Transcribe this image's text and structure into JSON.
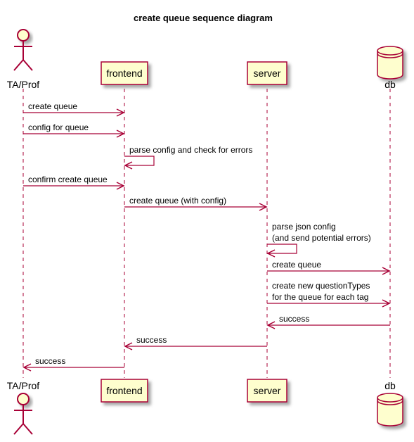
{
  "title": "create queue sequence diagram",
  "colors": {
    "line": "#A80036",
    "box_fill": "#FEFECE",
    "lifeline": "#A80036"
  },
  "participants": [
    {
      "id": "ta",
      "label": "TA/Prof",
      "kind": "actor"
    },
    {
      "id": "frontend",
      "label": "frontend",
      "kind": "participant"
    },
    {
      "id": "server",
      "label": "server",
      "kind": "participant"
    },
    {
      "id": "db",
      "label": "db",
      "kind": "database"
    }
  ],
  "messages": [
    {
      "from": "ta",
      "to": "frontend",
      "lines": [
        "create queue"
      ]
    },
    {
      "from": "ta",
      "to": "frontend",
      "lines": [
        "config for queue"
      ]
    },
    {
      "from": "frontend",
      "to": "frontend",
      "lines": [
        "parse config and check for errors"
      ]
    },
    {
      "from": "ta",
      "to": "frontend",
      "lines": [
        "confirm create queue"
      ]
    },
    {
      "from": "frontend",
      "to": "server",
      "lines": [
        "create queue (with config)"
      ]
    },
    {
      "from": "server",
      "to": "server",
      "lines": [
        "parse json config",
        " (and send potential errors)"
      ]
    },
    {
      "from": "server",
      "to": "db",
      "lines": [
        "create queue"
      ]
    },
    {
      "from": "server",
      "to": "db",
      "lines": [
        "create new questionTypes",
        " for the queue for each tag"
      ]
    },
    {
      "from": "db",
      "to": "server",
      "lines": [
        "success"
      ]
    },
    {
      "from": "server",
      "to": "frontend",
      "lines": [
        "success"
      ]
    },
    {
      "from": "frontend",
      "to": "ta",
      "lines": [
        "success"
      ]
    }
  ]
}
